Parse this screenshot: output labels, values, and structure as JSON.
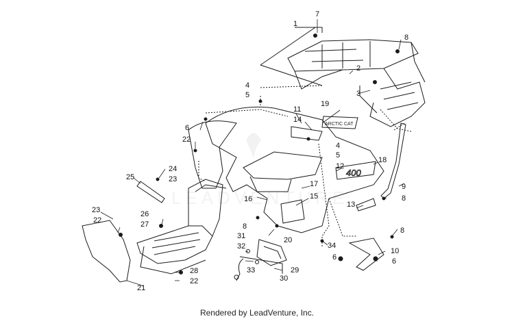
{
  "footer": {
    "text": "Rendered by LeadVenture, Inc."
  },
  "watermark": {
    "text": "LEADVENTURE"
  },
  "decals": {
    "side_number": "400",
    "tank_decal": "ARCTIC CAT"
  },
  "callouts": [
    "1",
    "2",
    "3",
    "4",
    "5",
    "6",
    "7",
    "8",
    "9",
    "10",
    "11",
    "12",
    "13",
    "14",
    "15",
    "16",
    "17",
    "18",
    "19",
    "20",
    "21",
    "22",
    "23",
    "24",
    "25",
    "26",
    "27",
    "28",
    "29",
    "30",
    "31",
    "32",
    "33",
    "34"
  ]
}
